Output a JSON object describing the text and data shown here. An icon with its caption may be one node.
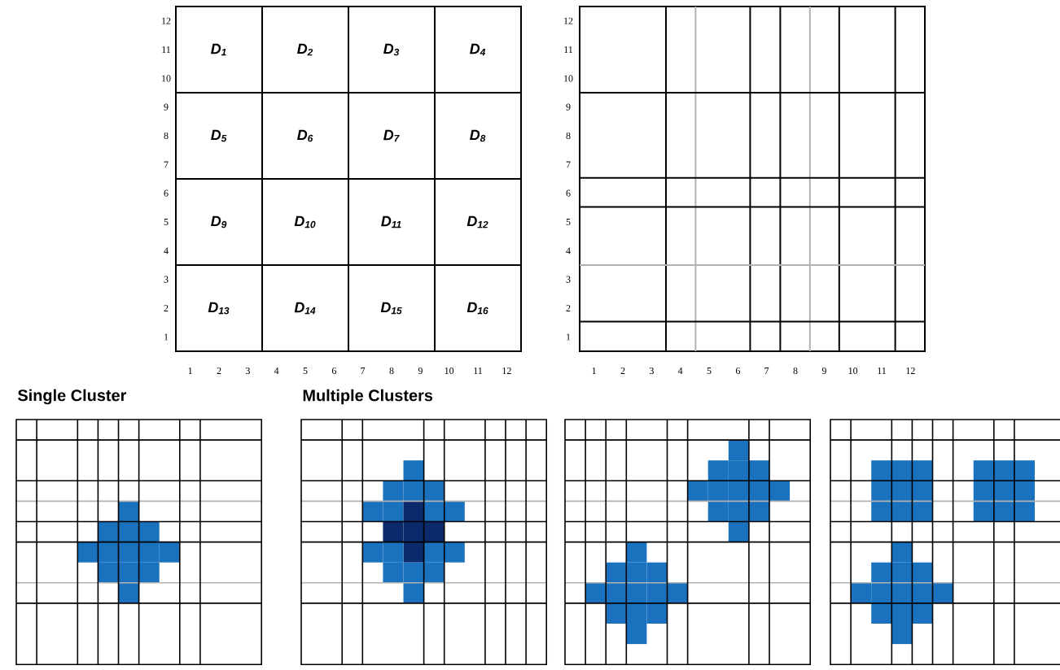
{
  "diagram": {
    "nodes": [
      {
        "text": [
          "D$_{1}$"
        ]
      },
      {
        "text": [
          "D$_{2}$"
        ]
      },
      {
        "text": [
          "D$_{3}$"
        ]
      },
      {
        "text": [
          "D$_{4}$"
        ]
      },
      {
        "text": [
          "D$_{5}$"
        ]
      },
      {
        "text": [
          "D$_{6}$"
        ]
      },
      {
        "text": [
          "D$_{7}$"
        ]
      },
      {
        "text": [
          "D$_{8}$"
        ]
      },
      {
        "text": [
          "D$_{9}$"
        ]
      },
      {
        "text": [
          "D$_{10}$"
        ]
      },
      {
        "text": [
          "D$_{11}$"
        ]
      },
      {
        "text": [
          "D$_{12}$"
        ]
      },
      {
        "text": [
          "D$_{13}$"
        ]
      },
      {
        "text": [
          "D$_{14}$"
        ]
      },
      {
        "text": [
          "D$_{15}$"
        ]
      },
      {
        "text": [
          "D$_{16}$"
        ]
      }
    ],
    "labels": [
      "12",
      "11",
      "10",
      "9",
      "8",
      "7",
      "6",
      "5",
      "4",
      "3",
      "2",
      "1",
      "12",
      "11",
      "10",
      "9",
      "8",
      "7",
      "6",
      "5",
      "4",
      "3",
      "2",
      "1",
      "1",
      "2",
      "3",
      "4",
      "5",
      "6",
      "7",
      "8",
      "9",
      "10",
      "11",
      "12",
      "1",
      "2",
      "3",
      "4",
      "5",
      "6",
      "7",
      "8",
      "9",
      "10",
      "11",
      "12",
      "Single Cluster",
      "Multiple Clusters"
    ]
  }
}
